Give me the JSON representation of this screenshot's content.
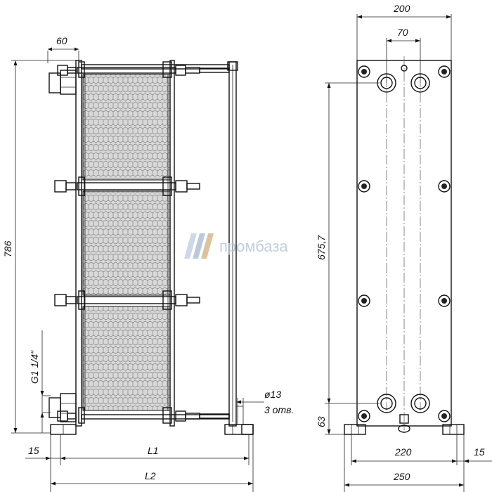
{
  "dimensions": {
    "side_top_width": "60",
    "side_height": "786",
    "side_thread": "G1 1/4\"",
    "side_foot_offset": "15",
    "side_length_1": "L1",
    "side_length_2": "L2",
    "side_hole_diameter": "ø13",
    "side_hole_count": "3 отв.",
    "front_width": "200",
    "front_port_spacing": "70",
    "front_port_height": "675,7",
    "front_bottom_offset": "63",
    "front_foot_span": "220",
    "front_foot_offset": "15",
    "front_total_width": "250"
  },
  "watermark": {
    "text": "промбаза"
  },
  "colors": {
    "line": "#111111",
    "plate_fill": "#d8d8d8",
    "watermark": "#b9c6d8"
  }
}
